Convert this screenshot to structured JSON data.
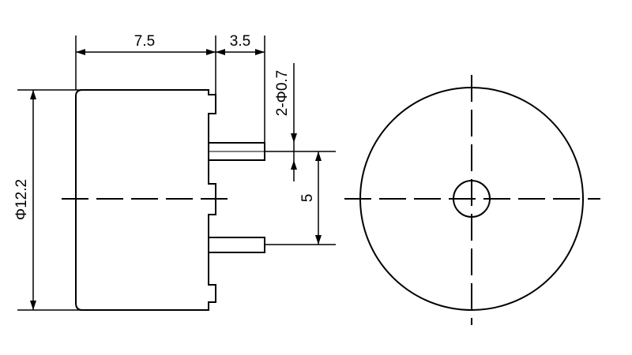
{
  "colors": {
    "line": "#000000",
    "background": "#ffffff"
  },
  "dimensions": {
    "body_length": "7.5",
    "pin_length": "3.5",
    "pin_diameter": "2-Φ0.7",
    "pin_spacing": "5",
    "body_diameter": "Φ12.2"
  }
}
